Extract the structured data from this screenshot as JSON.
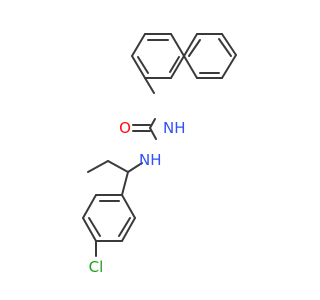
{
  "molecule": {
    "atoms": {
      "oxygen": {
        "symbol": "O",
        "color": "#ff0d0d"
      },
      "nitrogen_upper": {
        "symbol": "N",
        "suffix": "H",
        "color": "#3050f8"
      },
      "nitrogen_lower": {
        "symbol": "N",
        "suffix": "H",
        "color": "#3050f8"
      },
      "chlorine": {
        "symbol": "Cl",
        "color": "#1fa01f"
      }
    },
    "bond_color": "#3a3a3a",
    "background": "#ffffff"
  }
}
